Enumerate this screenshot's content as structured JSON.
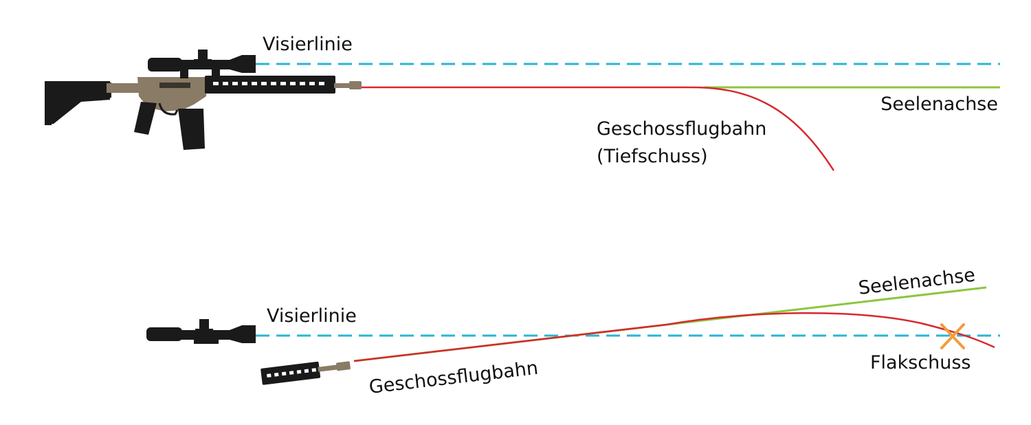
{
  "colors": {
    "sight_line": "#2ab4d4",
    "bore_axis": "#8cc63f",
    "trajectory": "#d7282f",
    "impact_mark": "#f39c3b",
    "rifle_dark": "#1a1a1a",
    "receiver_tan": "#8a7b66"
  },
  "icons": {
    "top_rifle": "rifle-icon",
    "bottom_scope": "scope-icon",
    "bottom_barrel": "barrel-icon",
    "impact": "cross-mark-icon"
  },
  "top_diagram": {
    "sight_line_label": "Visierlinie",
    "bore_axis_label": "Seelenachse",
    "trajectory_label_line1": "Geschossflugbahn",
    "trajectory_label_line2": "(Tiefschuss)"
  },
  "bottom_diagram": {
    "sight_line_label": "Visierlinie",
    "bore_axis_label": "Seelenachse",
    "trajectory_label": "Geschossflugbahn",
    "impact_label": "Flakschuss"
  }
}
